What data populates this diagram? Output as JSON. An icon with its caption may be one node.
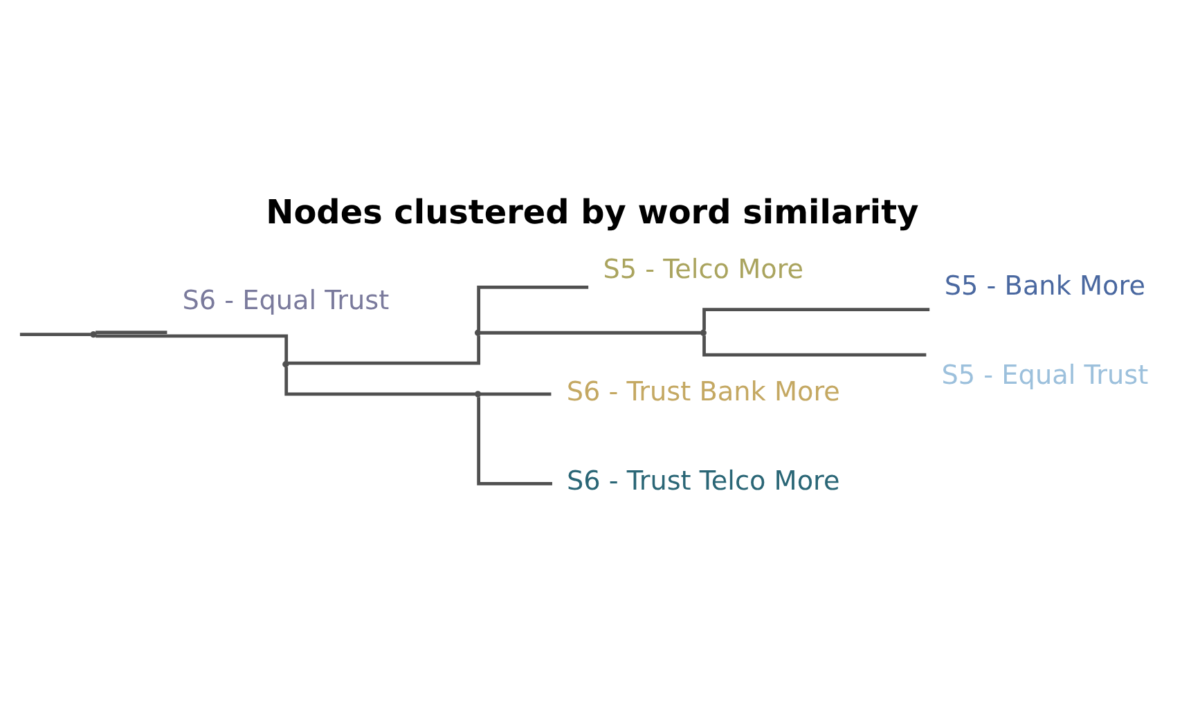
{
  "diagram": {
    "title": "Nodes clustered by word similarity",
    "nodes": [
      {
        "text": [],
        "shape": "point"
      },
      {
        "text": [
          "S6 - Equal Trust"
        ]
      },
      {
        "text": [],
        "shape": "point"
      },
      {
        "text": [],
        "shape": "point"
      },
      {
        "text": [
          "S5 - Telco More"
        ]
      },
      {
        "text": [],
        "shape": "point"
      },
      {
        "text": [
          "S5 - Bank More"
        ]
      },
      {
        "text": [
          "S5 - Equal Trust"
        ]
      },
      {
        "text": [],
        "shape": "point"
      },
      {
        "text": [
          "S6 - Trust Bank More"
        ]
      },
      {
        "text": [
          "S6 - Trust Telco More"
        ]
      }
    ],
    "edges": [
      {
        "from": null,
        "to": 0,
        "arrow": "none"
      },
      {
        "from": 0,
        "to": 1,
        "arrow": "none"
      },
      {
        "from": 0,
        "to": 2,
        "arrow": "none"
      },
      {
        "from": 2,
        "to": 3,
        "arrow": "none"
      },
      {
        "from": 3,
        "to": 4,
        "arrow": "none"
      },
      {
        "from": 3,
        "to": 5,
        "arrow": "none"
      },
      {
        "from": 5,
        "to": 6,
        "arrow": "none"
      },
      {
        "from": 5,
        "to": 7,
        "arrow": "none"
      },
      {
        "from": 2,
        "to": 8,
        "arrow": "none"
      },
      {
        "from": 8,
        "to": 9,
        "arrow": "none"
      },
      {
        "from": 8,
        "to": 10,
        "arrow": "none"
      }
    ]
  }
}
